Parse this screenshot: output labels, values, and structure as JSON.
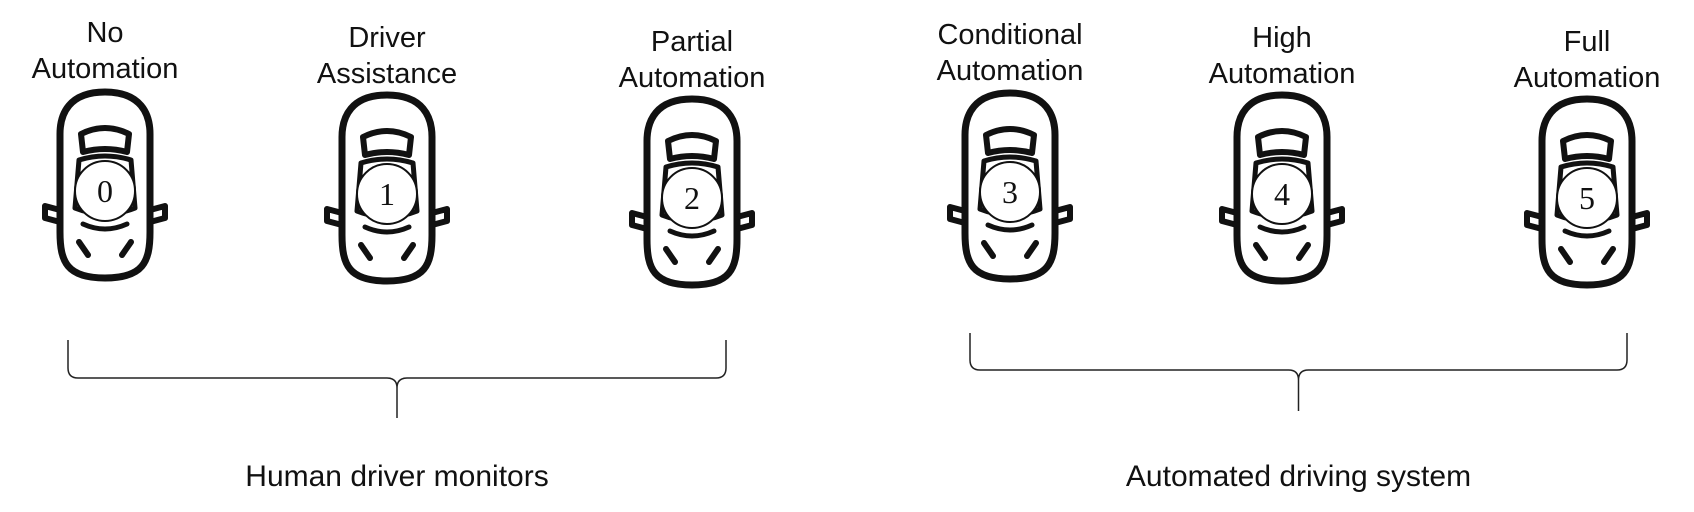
{
  "levels": [
    {
      "number": "0",
      "title": [
        "No",
        "Automation"
      ]
    },
    {
      "number": "1",
      "title": [
        "Driver",
        "Assistance"
      ]
    },
    {
      "number": "2",
      "title": [
        "Partial",
        "Automation"
      ]
    },
    {
      "number": "3",
      "title": [
        "Conditional",
        "Automation"
      ]
    },
    {
      "number": "4",
      "title": [
        "High",
        "Automation"
      ]
    },
    {
      "number": "5",
      "title": [
        "Full",
        "Automation"
      ]
    }
  ],
  "groups": [
    {
      "label": "Human driver monitors"
    },
    {
      "label": "Automated driving system"
    }
  ],
  "icons": {
    "vehicle": "car-top-view-icon",
    "level_marker": "level-number-circle"
  }
}
